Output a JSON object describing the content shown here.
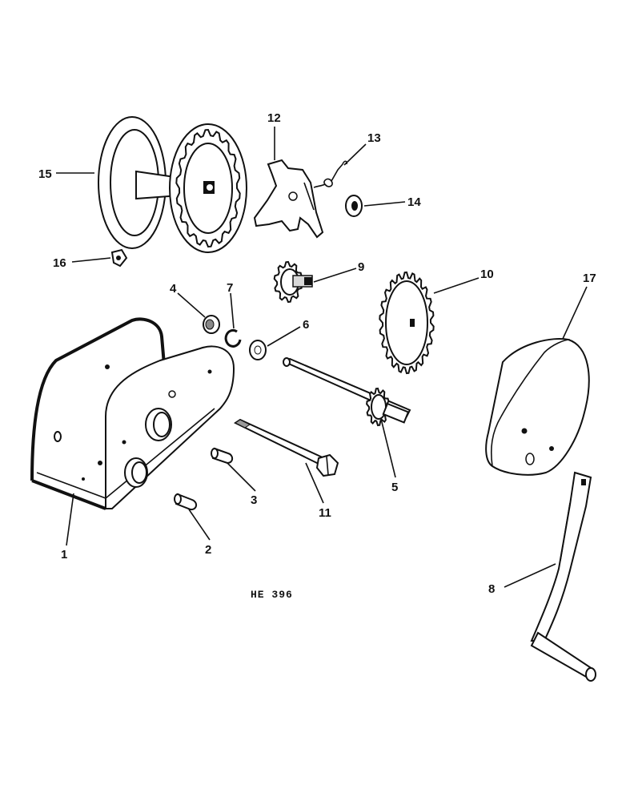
{
  "drawing_code": "HE 396",
  "callouts": [
    {
      "id": "1",
      "text": "1"
    },
    {
      "id": "2",
      "text": "2"
    },
    {
      "id": "3",
      "text": "3"
    },
    {
      "id": "4",
      "text": "4"
    },
    {
      "id": "5",
      "text": "5"
    },
    {
      "id": "6",
      "text": "6"
    },
    {
      "id": "7",
      "text": "7"
    },
    {
      "id": "8",
      "text": "8"
    },
    {
      "id": "9",
      "text": "9"
    },
    {
      "id": "10",
      "text": "10"
    },
    {
      "id": "11",
      "text": "11"
    },
    {
      "id": "12",
      "text": "12"
    },
    {
      "id": "13",
      "text": "13"
    },
    {
      "id": "14",
      "text": "14"
    },
    {
      "id": "15",
      "text": "15"
    },
    {
      "id": "16",
      "text": "16"
    },
    {
      "id": "17",
      "text": "17"
    }
  ]
}
